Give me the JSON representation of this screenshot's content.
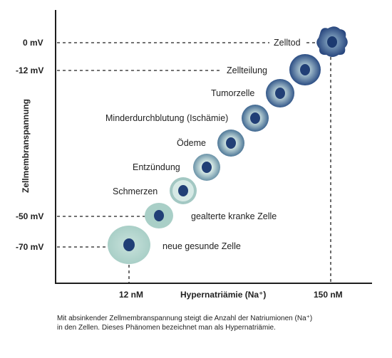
{
  "axis": {
    "y_title": "Zellmembranspannung",
    "x_title": "Hypernatriämie (Na⁺)",
    "y_ticks": [
      "0 mV",
      "-12 mV",
      "-50 mV",
      "-70 mV"
    ],
    "x_ticks": [
      "12 nM",
      "150 nM"
    ]
  },
  "cells": [
    {
      "label": "neue gesunde Zelle"
    },
    {
      "label": "gealterte kranke Zelle"
    },
    {
      "label": "Schmerzen"
    },
    {
      "label": "Entzündung"
    },
    {
      "label": "Ödeme"
    },
    {
      "label": "Minderdurchblutung (Ischämie)"
    },
    {
      "label": "Tumorzelle"
    },
    {
      "label": "Zellteilung"
    },
    {
      "label": "Zelltod"
    }
  ],
  "caption": {
    "line1": "Mit absinkender Zellmembranspannung steigt die Anzahl der Natriumionen (Na⁺)",
    "line2": "in den Zellen. Dieses Phänomen bezeichnet man als Hypernatriämie."
  },
  "colors": {
    "healthy": "#b5d6cf",
    "nucleus": "#213f76",
    "dark_cell": "#2e4f86",
    "axis": "#1e1e1e"
  }
}
